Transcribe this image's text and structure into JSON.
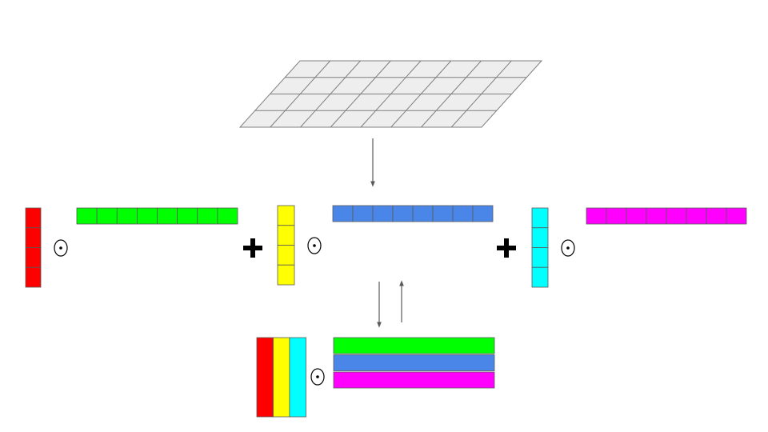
{
  "colors": {
    "grid_fill": "#eeeeee",
    "grid_stroke": "#7f7f7f",
    "red": "#ff0000",
    "green": "#00ff00",
    "yellow": "#ffff00",
    "blue": "#4a86e8",
    "cyan": "#00ffff",
    "magenta": "#ff00ff",
    "outline": "#595959",
    "arrow": "#595959",
    "symbol": "#000000"
  },
  "tensor": {
    "rows": 4,
    "cols": 8
  },
  "factors": [
    {
      "id": "rank1-red-green",
      "column_color": "red",
      "row_color": "green",
      "column_cells": 4,
      "row_cells": 8
    },
    {
      "id": "rank1-yellow-blue",
      "column_color": "yellow",
      "row_color": "blue",
      "column_cells": 4,
      "row_cells": 8
    },
    {
      "id": "rank1-cyan-magenta",
      "column_color": "cyan",
      "row_color": "magenta",
      "column_cells": 4,
      "row_cells": 8
    }
  ],
  "operators": {
    "plus": "✚",
    "odot": "⊙"
  },
  "combined": {
    "column_colors": [
      "red",
      "yellow",
      "cyan"
    ],
    "row_colors": [
      "green",
      "blue",
      "magenta"
    ]
  },
  "icons": [
    "plus-icon",
    "odot-icon",
    "down-arrow-icon",
    "up-arrow-icon"
  ]
}
